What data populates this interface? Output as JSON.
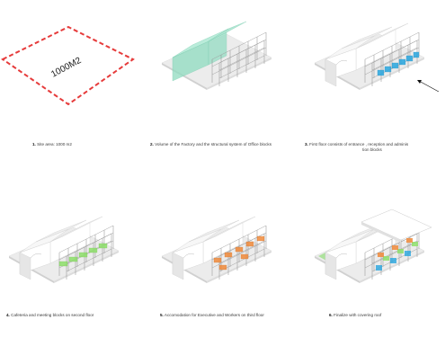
{
  "site": {
    "area_label": "1000M2"
  },
  "steps": [
    {
      "number": "1.",
      "caption": "Site area: 1000 m2"
    },
    {
      "number": "2.",
      "caption": "Volume of the Factory and the structural system of Office blocks"
    },
    {
      "number": "3.",
      "caption": "First floor consists of entrance , reception and adminis",
      "caption_line2": "tion blocks"
    },
    {
      "number": "4.",
      "caption": "Cafeteria and meeting blocks on second floor"
    },
    {
      "number": "5.",
      "caption": "Accomodation for Executive and Workers on third floor"
    },
    {
      "number": "6.",
      "caption": "Finalize with covering roof"
    }
  ],
  "colors": {
    "volume": "#8fdcc0",
    "first_floor": "#29a7e0",
    "second_floor": "#8ee06a",
    "third_floor": "#f08a3a",
    "site_boundary": "#e63b3b",
    "base": "#ececec",
    "green_strip": "#9fe08a"
  }
}
